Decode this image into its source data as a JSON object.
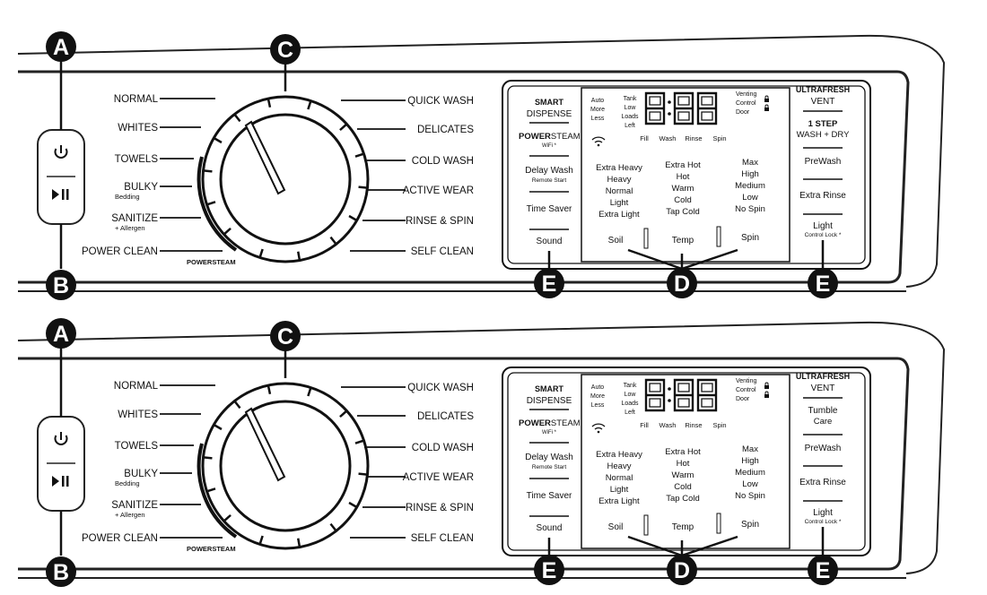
{
  "callouts": {
    "a": "A",
    "b": "B",
    "c": "C",
    "d": "D",
    "e": "E"
  },
  "panels": [
    {
      "left_buttons": [
        {
          "name": "power-button",
          "icon": "power-icon"
        },
        {
          "name": "start-pause-button",
          "icon": "play-pause-icon"
        }
      ],
      "cycles_left": [
        {
          "label": "NORMAL"
        },
        {
          "label": "WHITES"
        },
        {
          "label": "TOWELS"
        },
        {
          "label": "BULKY",
          "sub": "Bedding"
        },
        {
          "label": "SANITIZE",
          "sub": "+ Allergen"
        },
        {
          "label": "POWER CLEAN",
          "sub": "POWERSTEAM"
        }
      ],
      "cycles_right": [
        "QUICK WASH",
        "DELICATES",
        "COLD WASH",
        "ACTIVE WEAR",
        "RINSE & SPIN",
        "SELF CLEAN"
      ],
      "left_column": {
        "smart": "SMART",
        "dispense": "DISPENSE",
        "power_steam": "POWER",
        "power_steam_2": "STEAM",
        "wifi": "WiFi *",
        "delay_wash": "Delay Wash",
        "remote_start": "Remote Start",
        "time_saver": "Time Saver",
        "sound": "Sound"
      },
      "display": {
        "auto": [
          "Auto",
          "More",
          "Less"
        ],
        "tank": [
          "Tank",
          "Low",
          "Loads",
          "Left"
        ],
        "digits": "8:88",
        "venting": [
          "Venting",
          "Control",
          "Door"
        ],
        "status": [
          "Fill",
          "Wash",
          "Rinse",
          "Spin"
        ],
        "soil_levels": [
          "Extra Heavy",
          "Heavy",
          "Normal",
          "Light",
          "Extra Light"
        ],
        "temp_levels": [
          "Extra Hot",
          "Hot",
          "Warm",
          "Cold",
          "Tap Cold"
        ],
        "spin_levels": [
          "Max",
          "High",
          "Medium",
          "Low",
          "No Spin"
        ],
        "soil": "Soil",
        "temp": "Temp",
        "spin": "Spin"
      },
      "right_column": {
        "ultrafresh": "ULTRAFRESH",
        "vent": "VENT",
        "option_1": "1 STEP",
        "option_2": "WASH + DRY",
        "prewash": "PreWash",
        "extra_rinse": "Extra Rinse",
        "light": "Light",
        "control_lock": "Control Lock *"
      }
    },
    {
      "left_buttons": [
        {
          "name": "power-button",
          "icon": "power-icon"
        },
        {
          "name": "start-pause-button",
          "icon": "play-pause-icon"
        }
      ],
      "cycles_left": [
        {
          "label": "NORMAL"
        },
        {
          "label": "WHITES"
        },
        {
          "label": "TOWELS"
        },
        {
          "label": "BULKY",
          "sub": "Bedding"
        },
        {
          "label": "SANITIZE",
          "sub": "+ Allergen"
        },
        {
          "label": "POWER CLEAN",
          "sub": "POWERSTEAM"
        }
      ],
      "cycles_right": [
        "QUICK WASH",
        "DELICATES",
        "COLD WASH",
        "ACTIVE WEAR",
        "RINSE & SPIN",
        "SELF CLEAN"
      ],
      "left_column": {
        "smart": "SMART",
        "dispense": "DISPENSE",
        "power_steam": "POWER",
        "power_steam_2": "STEAM",
        "wifi": "WiFi *",
        "delay_wash": "Delay Wash",
        "remote_start": "Remote Start",
        "time_saver": "Time Saver",
        "sound": "Sound"
      },
      "display": {
        "auto": [
          "Auto",
          "More",
          "Less"
        ],
        "tank": [
          "Tank",
          "Low",
          "Loads",
          "Left"
        ],
        "digits": "8:88",
        "venting": [
          "Venting",
          "Control",
          "Door"
        ],
        "status": [
          "Fill",
          "Wash",
          "Rinse",
          "Spin"
        ],
        "soil_levels": [
          "Extra Heavy",
          "Heavy",
          "Normal",
          "Light",
          "Extra Light"
        ],
        "temp_levels": [
          "Extra Hot",
          "Hot",
          "Warm",
          "Cold",
          "Tap Cold"
        ],
        "spin_levels": [
          "Max",
          "High",
          "Medium",
          "Low",
          "No Spin"
        ],
        "soil": "Soil",
        "temp": "Temp",
        "spin": "Spin"
      },
      "right_column": {
        "ultrafresh": "ULTRAFRESH",
        "vent": "VENT",
        "option_1": "Tumble",
        "option_2": "Care",
        "prewash": "PreWash",
        "extra_rinse": "Extra Rinse",
        "light": "Light",
        "control_lock": "Control Lock *"
      }
    }
  ]
}
